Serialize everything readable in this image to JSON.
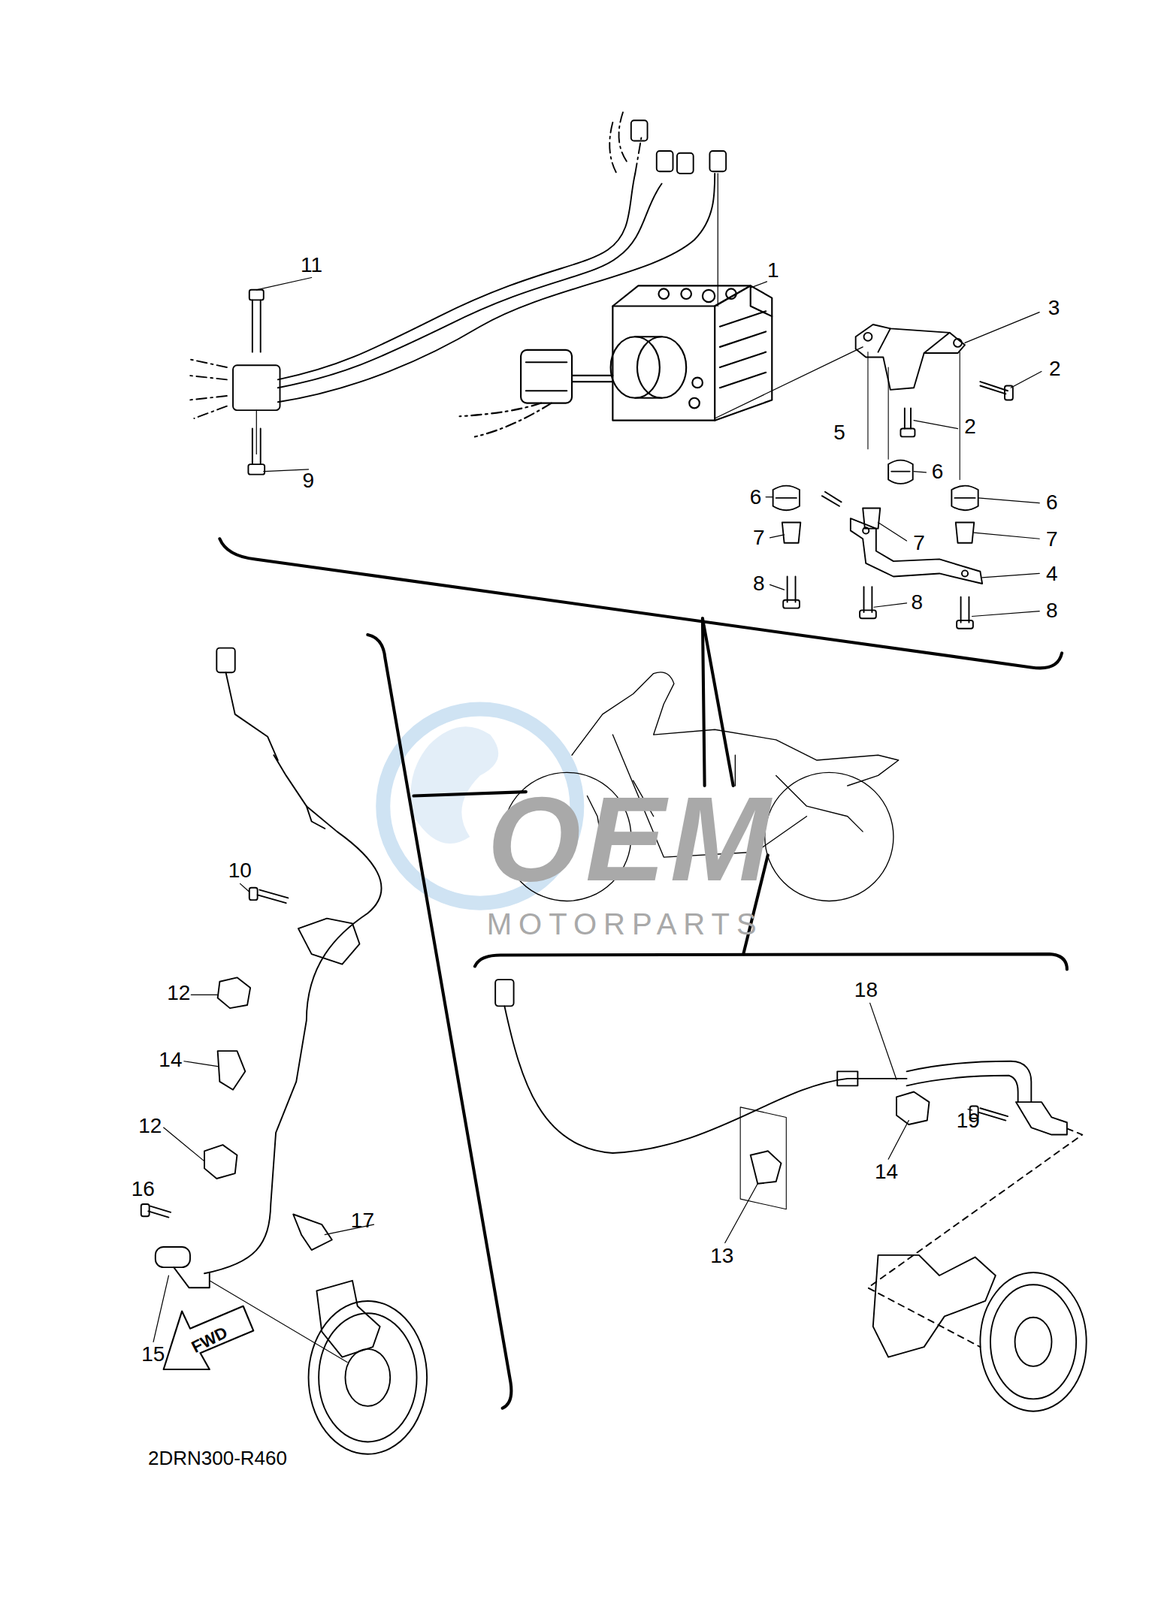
{
  "diagram": {
    "labels": [
      "11",
      "1",
      "3",
      "2",
      "2",
      "5",
      "6",
      "6",
      "6",
      "9",
      "7",
      "7",
      "7",
      "8",
      "4",
      "8",
      "8",
      "10",
      "OEM",
      "MOTORPARTS",
      "18",
      "12",
      "14",
      "19",
      "14",
      "12",
      "16",
      "17",
      "13",
      "15",
      "FWD",
      "2DRN300-R460"
    ]
  }
}
